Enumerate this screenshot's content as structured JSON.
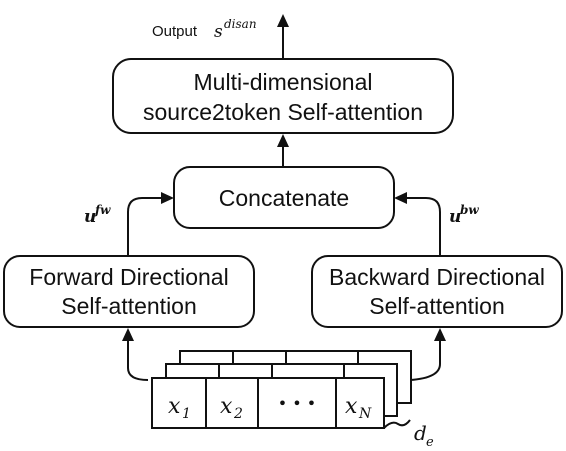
{
  "diagram": {
    "output_label": "Output",
    "output_symbol": "s",
    "output_superscript": "disan",
    "top_box": {
      "line1": "Multi-dimensional",
      "line2": "source2token Self-attention"
    },
    "concat_box": {
      "label": "Concatenate"
    },
    "left_box": {
      "line1": "Forward Directional",
      "line2": "Self-attention"
    },
    "right_box": {
      "line1": "Backward Directional",
      "line2": "Self-attention"
    },
    "left_edge": {
      "symbol": "u",
      "superscript": "fw"
    },
    "right_edge": {
      "symbol": "u",
      "superscript": "bw"
    },
    "tokens": [
      {
        "symbol": "x",
        "subscript": "1"
      },
      {
        "symbol": "x",
        "subscript": "2"
      },
      {
        "symbol": "• • •",
        "subscript": ""
      },
      {
        "symbol": "x",
        "subscript": "N"
      }
    ],
    "dim_label": {
      "symbol": "d",
      "subscript": "e"
    }
  }
}
